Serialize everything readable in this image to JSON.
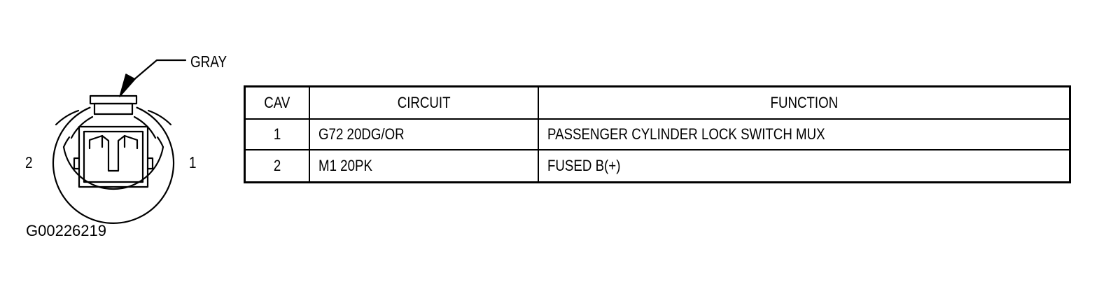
{
  "connector": {
    "color_label": "GRAY",
    "pin_labels": {
      "left": "2",
      "right": "1"
    },
    "figure_id": "G00226219"
  },
  "pinout_table": {
    "headers": {
      "cav": "CAV",
      "circuit": "CIRCUIT",
      "function": "FUNCTION"
    },
    "rows": [
      {
        "cav": "1",
        "circuit": "G72 20DG/OR",
        "function": "PASSENGER CYLINDER LOCK SWITCH MUX"
      },
      {
        "cav": "2",
        "circuit": "M1 20PK",
        "function": "FUSED B(+)"
      }
    ]
  }
}
